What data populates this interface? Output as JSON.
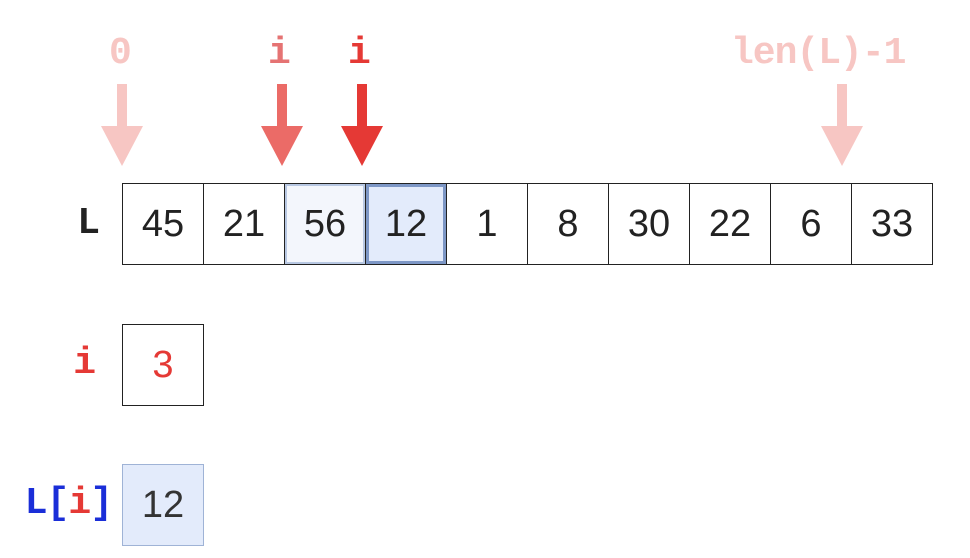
{
  "colors": {
    "red": "#e53935",
    "faded_red": "#f7c6c3",
    "blue": "#1a2ed8",
    "ink": "#222222",
    "highlight_fill": "#e3ebfb",
    "highlight_border": "#7d97c6"
  },
  "index_labels": {
    "start": "0",
    "prev": "i",
    "current": "i",
    "end": "len(L)-1"
  },
  "array": {
    "name": "L",
    "values": [
      "45",
      "21",
      "56",
      "12",
      "1",
      "8",
      "30",
      "22",
      "6",
      "33"
    ],
    "prev_index": 2,
    "current_index": 3
  },
  "variable_i": {
    "name": "i",
    "value": "3"
  },
  "element_access": {
    "list_name": "L",
    "open_bracket": "[",
    "index_name": "i",
    "close_bracket": "]",
    "value": "12"
  }
}
